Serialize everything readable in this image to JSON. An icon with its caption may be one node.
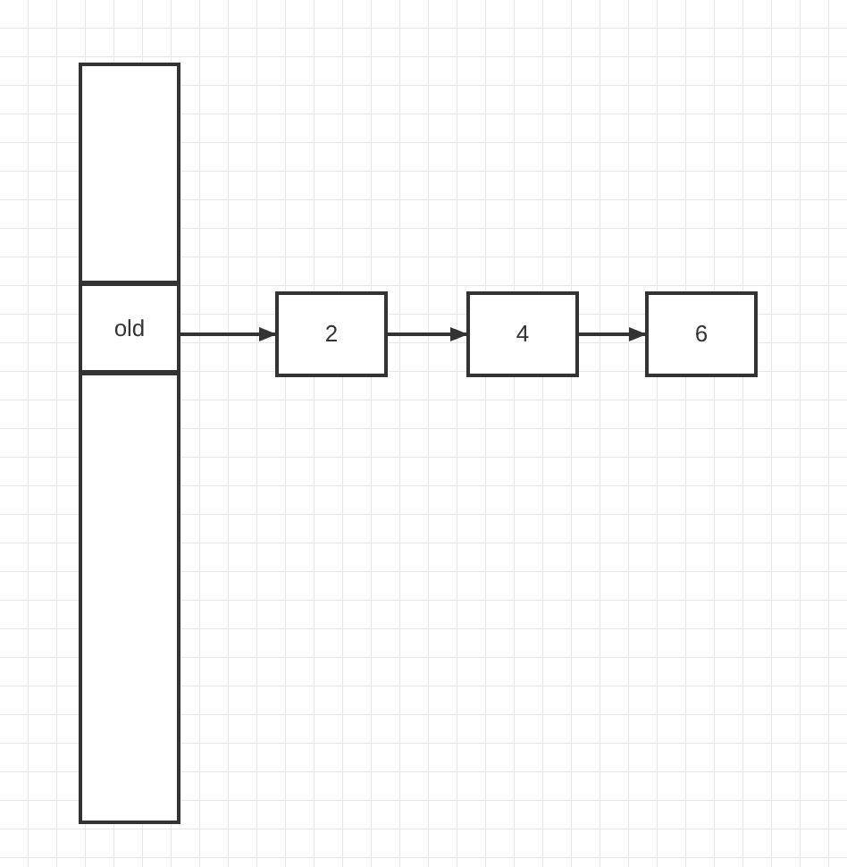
{
  "diagram": {
    "nodes": [
      {
        "text": [],
        "shape": "box"
      },
      {
        "text": [
          "old"
        ]
      },
      {
        "text": [],
        "shape": "box"
      },
      {
        "text": [
          "2"
        ]
      },
      {
        "text": [
          "4"
        ]
      },
      {
        "text": [
          "6"
        ]
      }
    ],
    "edges": [
      {
        "from": 1,
        "to": 3,
        "arrow": "to"
      },
      {
        "from": 3,
        "to": 4,
        "arrow": "to"
      },
      {
        "from": 4,
        "to": 5,
        "arrow": "to"
      }
    ]
  }
}
